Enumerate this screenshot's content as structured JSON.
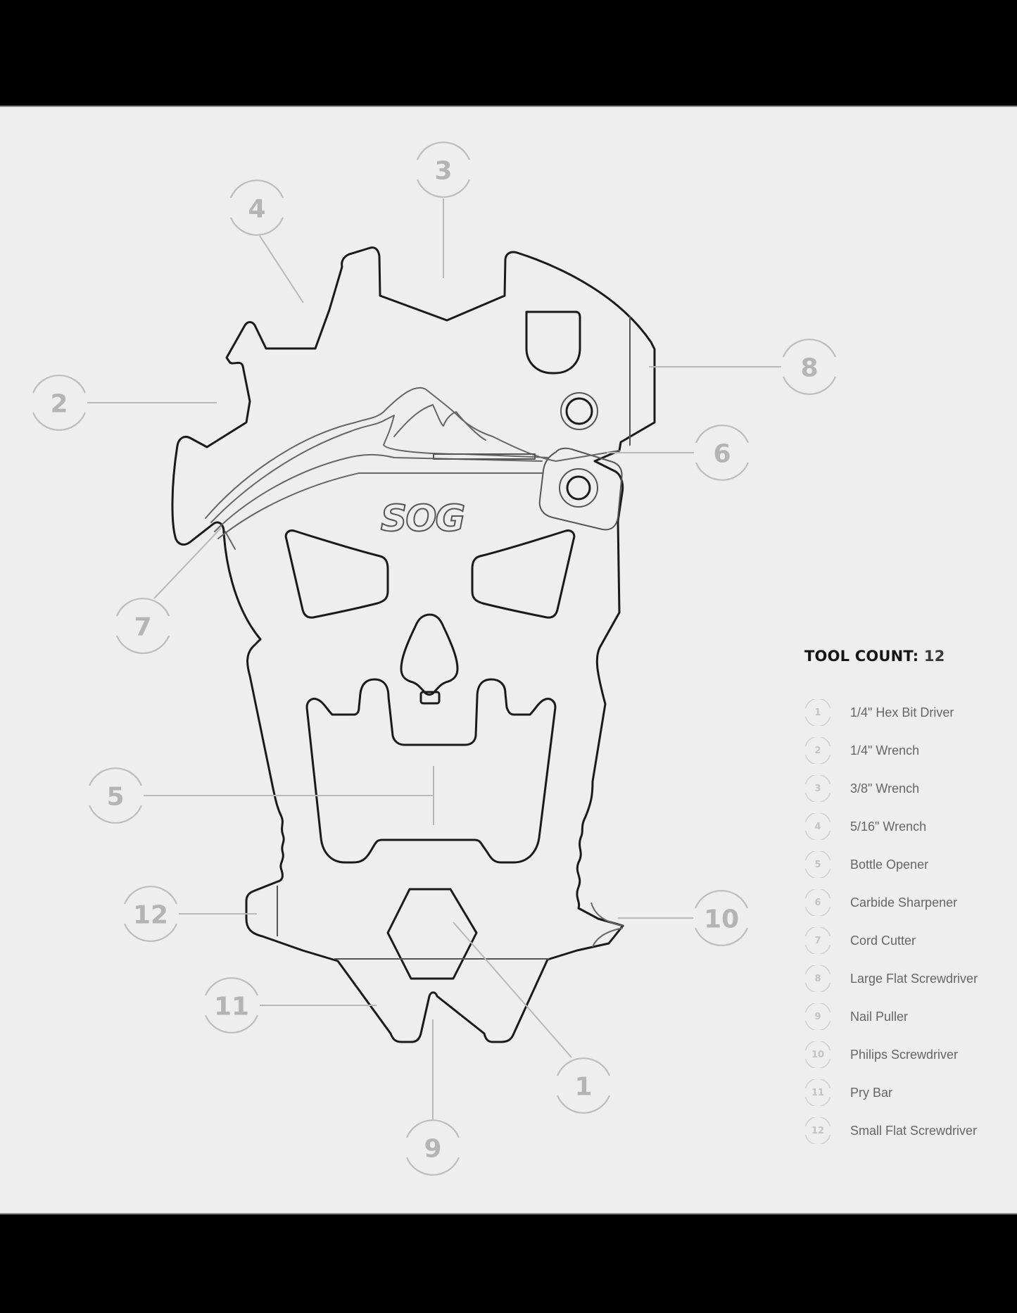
{
  "brand_logo": "SOG",
  "legend": {
    "title": "TOOL COUNT:",
    "count": "12",
    "items": [
      {
        "number": "1",
        "label": "1/4\" Hex Bit Driver"
      },
      {
        "number": "2",
        "label": "1/4\" Wrench"
      },
      {
        "number": "3",
        "label": "3/8\" Wrench"
      },
      {
        "number": "4",
        "label": "5/16\" Wrench"
      },
      {
        "number": "5",
        "label": "Bottle Opener"
      },
      {
        "number": "6",
        "label": "Carbide Sharpener"
      },
      {
        "number": "7",
        "label": "Cord Cutter"
      },
      {
        "number": "8",
        "label": "Large Flat Screwdriver"
      },
      {
        "number": "9",
        "label": "Nail Puller"
      },
      {
        "number": "10",
        "label": "Philips Screwdriver"
      },
      {
        "number": "11",
        "label": "Pry Bar"
      },
      {
        "number": "12",
        "label": "Small Flat Screwdriver"
      }
    ]
  },
  "callouts": {
    "c1": "1",
    "c2": "2",
    "c3": "3",
    "c4": "4",
    "c5": "5",
    "c6": "6",
    "c7": "7",
    "c8": "8",
    "c9": "9",
    "c10": "10",
    "c11": "11",
    "c12": "12"
  },
  "colors": {
    "background": "#eeeeee",
    "frame": "#000000",
    "outline": "#1a1a1a",
    "callout": "#b4b4b4",
    "legend_title": "#151515",
    "legend_text": "#666666"
  }
}
